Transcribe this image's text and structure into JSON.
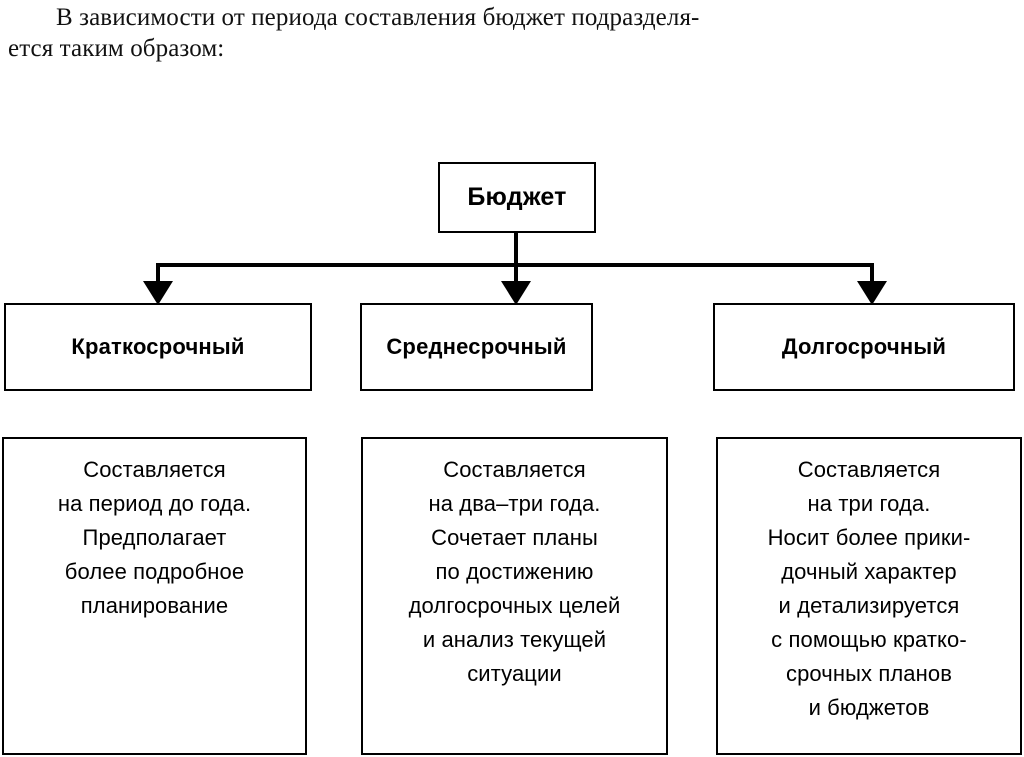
{
  "intro": {
    "line1": "В зависимости от периода составления бюджет подразделя-",
    "line2": "ется таким образом:"
  },
  "diagram": {
    "title": "Бюджет",
    "root": {
      "label": "Бюджет"
    },
    "types": [
      {
        "label": "Краткосрочный"
      },
      {
        "label": "Среднесрочный"
      },
      {
        "label": "Долгосрочный"
      }
    ],
    "descriptions": [
      {
        "text": "Составляется\nна период до года.\nПредполагает\nболее подробное\nпланирование"
      },
      {
        "text": "Составляется\nна два–три года.\nСочетает планы\nпо достижению\nдолгосрочных целей\nи анализ текущей\nситуации"
      },
      {
        "text": "Составляется\nна три года.\nНосит более прики-\nдочный характер\nи детализируется\nс помощью кратко-\nсрочных планов\nи бюджетов"
      }
    ],
    "colors": {
      "line": "#000000",
      "text": "#000000",
      "background": "#ffffff"
    }
  }
}
